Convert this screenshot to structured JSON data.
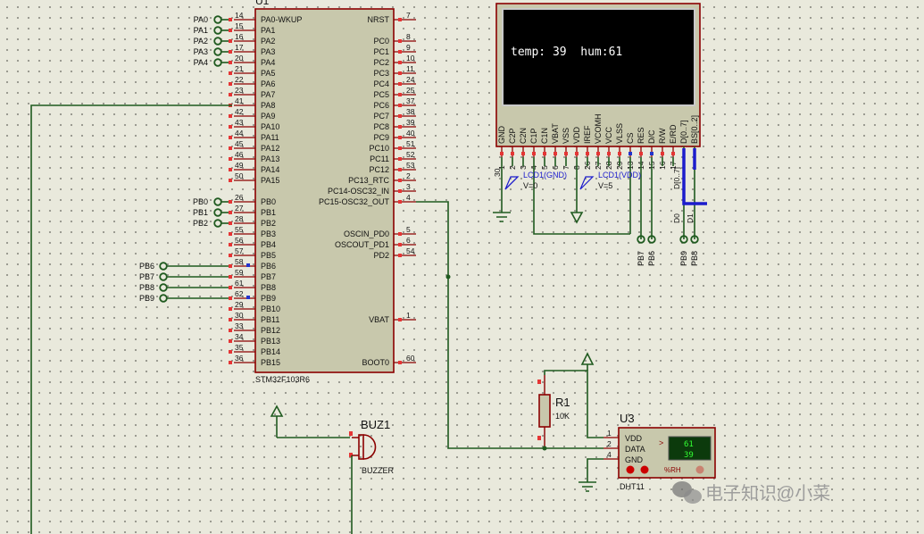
{
  "mcu": {
    "ref": "U1",
    "part": "STM32F103R6",
    "left_pins": [
      {
        "num": "14",
        "label": "PA0-WKUP"
      },
      {
        "num": "15",
        "label": "PA1"
      },
      {
        "num": "16",
        "label": "PA2"
      },
      {
        "num": "17",
        "label": "PA3"
      },
      {
        "num": "20",
        "label": "PA4"
      },
      {
        "num": "21",
        "label": "PA5"
      },
      {
        "num": "22",
        "label": "PA6"
      },
      {
        "num": "23",
        "label": "PA7"
      },
      {
        "num": "41",
        "label": "PA8"
      },
      {
        "num": "42",
        "label": "PA9"
      },
      {
        "num": "43",
        "label": "PA10"
      },
      {
        "num": "44",
        "label": "PA11"
      },
      {
        "num": "45",
        "label": "PA12"
      },
      {
        "num": "46",
        "label": "PA13"
      },
      {
        "num": "49",
        "label": "PA14"
      },
      {
        "num": "50",
        "label": "PA15"
      },
      {
        "num": "26",
        "label": "PB0"
      },
      {
        "num": "27",
        "label": "PB1"
      },
      {
        "num": "28",
        "label": "PB2"
      },
      {
        "num": "55",
        "label": "PB3"
      },
      {
        "num": "56",
        "label": "PB4"
      },
      {
        "num": "57",
        "label": "PB5"
      },
      {
        "num": "58",
        "label": "PB6"
      },
      {
        "num": "59",
        "label": "PB7"
      },
      {
        "num": "61",
        "label": "PB8"
      },
      {
        "num": "62",
        "label": "PB9"
      },
      {
        "num": "29",
        "label": "PB10"
      },
      {
        "num": "30",
        "label": "PB11"
      },
      {
        "num": "33",
        "label": "PB12"
      },
      {
        "num": "34",
        "label": "PB13"
      },
      {
        "num": "35",
        "label": "PB14"
      },
      {
        "num": "36",
        "label": "PB15"
      }
    ],
    "right_pins": [
      {
        "num": "7",
        "label": "NRST"
      },
      {
        "num": "8",
        "label": "PC0"
      },
      {
        "num": "9",
        "label": "PC1"
      },
      {
        "num": "10",
        "label": "PC2"
      },
      {
        "num": "11",
        "label": "PC3"
      },
      {
        "num": "24",
        "label": "PC4"
      },
      {
        "num": "25",
        "label": "PC5"
      },
      {
        "num": "37",
        "label": "PC6"
      },
      {
        "num": "38",
        "label": "PC7"
      },
      {
        "num": "39",
        "label": "PC8"
      },
      {
        "num": "40",
        "label": "PC9"
      },
      {
        "num": "51",
        "label": "PC10"
      },
      {
        "num": "52",
        "label": "PC11"
      },
      {
        "num": "53",
        "label": "PC12"
      },
      {
        "num": "2",
        "label": "PC13_RTC"
      },
      {
        "num": "3",
        "label": "PC14-OSC32_IN"
      },
      {
        "num": "4",
        "label": "PC15-OSC32_OUT"
      },
      {
        "num": "5",
        "label": "OSCIN_PD0"
      },
      {
        "num": "6",
        "label": "OSCOUT_PD1"
      },
      {
        "num": "54",
        "label": "PD2"
      },
      {
        "num": "1",
        "label": "VBAT"
      },
      {
        "num": "60",
        "label": "BOOT0"
      }
    ]
  },
  "net_terminals": {
    "pa": [
      "PA0",
      "PA1",
      "PA2",
      "PA3",
      "PA4"
    ],
    "pb_top": [
      "PB0",
      "PB1",
      "PB2"
    ],
    "pb_mid": [
      "PB6",
      "PB7",
      "PB8",
      "PB9"
    ],
    "lcd_bottom": [
      "PB7",
      "PB6",
      "PB9",
      "PB8"
    ]
  },
  "lcd": {
    "screen_text": "temp: 39  hum:61",
    "pins": [
      {
        "num": "1",
        "label": "GND"
      },
      {
        "num": "2",
        "label": "C2P"
      },
      {
        "num": "3",
        "label": "C2N"
      },
      {
        "num": "4",
        "label": "C1P"
      },
      {
        "num": "5",
        "label": "C1N"
      },
      {
        "num": "6",
        "label": "VBAT"
      },
      {
        "num": "7",
        "label": "VSS"
      },
      {
        "num": "8",
        "label": "VDD"
      },
      {
        "num": "26",
        "label": "IREF"
      },
      {
        "num": "27",
        "label": "VCOMH"
      },
      {
        "num": "28",
        "label": "VCC"
      },
      {
        "num": "29",
        "label": "VLSS"
      },
      {
        "num": "13",
        "label": "CS"
      },
      {
        "num": "14",
        "label": "RES"
      },
      {
        "num": "15",
        "label": "D/C"
      },
      {
        "num": "16",
        "label": "R/W"
      },
      {
        "num": "17",
        "label": "E/RD"
      },
      {
        "num": "",
        "label": "D[0..7]"
      },
      {
        "num": "",
        "label": "BS[0..2]"
      }
    ],
    "num_30": "30",
    "probe_gnd": "LCD1(GND)",
    "probe_gnd_val": "V=0",
    "probe_vdd": "LCD1(VDD)",
    "probe_vdd_val": "V=5",
    "bus_label": "D[0..7]",
    "d0": "D0",
    "d1": "D1"
  },
  "r1": {
    "ref": "R1",
    "value": "10K"
  },
  "buzzer": {
    "ref": "BUZ1",
    "part": "BUZZER"
  },
  "dht": {
    "ref": "U3",
    "part": "DHT11",
    "pins": [
      {
        "num": "1",
        "label": "VDD"
      },
      {
        "num": "2",
        "label": "DATA"
      },
      {
        "num": "4",
        "label": "GND"
      }
    ],
    "humidity": "61",
    "temperature": "39",
    "arrow": ">",
    "unit": "%RH"
  },
  "watermark": "电子知识@小菜"
}
